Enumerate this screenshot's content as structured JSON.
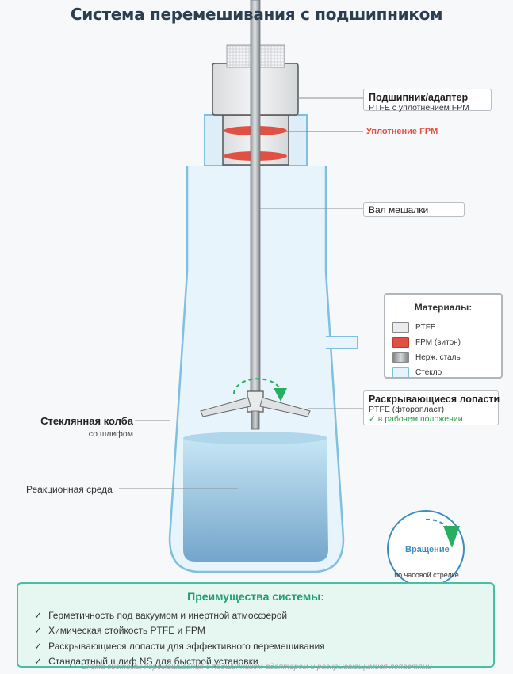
{
  "title": "Система перемешивания с подшипником",
  "labels": {
    "bearing": {
      "main": "Подшипник/адаптер",
      "sub": "PTFE с уплотнением FPM"
    },
    "seal": "Уплотнение FPM",
    "shaft": "Вал мешалки",
    "blades": {
      "main": "Раскрывающиеся лопасти",
      "sub": "PTFE (фторопласт)",
      "status": "✓ в рабочем положении"
    },
    "flask": {
      "main": "Стеклянная колба",
      "sub": "со шлифом"
    },
    "medium": "Реакционная среда"
  },
  "legend": {
    "title": "Материалы:",
    "items": [
      {
        "label": "PTFE",
        "color": "#e9ebec"
      },
      {
        "label": "FPM (витон)",
        "color": "#e05143"
      },
      {
        "label": "Нерж. сталь",
        "color": "#9ea4a9"
      },
      {
        "label": "Стекло",
        "color": "#e5f4fb"
      }
    ]
  },
  "rotation": {
    "label": "Вращение",
    "sub": "по часовой стрелке"
  },
  "advantages": {
    "title": "Преимущества системы:",
    "check": "✓",
    "items": [
      "Герметичность под вакуумом и инертной атмосферой",
      "Химическая стойкость PTFE и FPM",
      "Раскрывающиеся лопасти для эффективного перемешивания",
      "Стандартный шлиф NS для быстрой установки"
    ]
  },
  "caption": "Схема системы перемешивания с подшипником-адаптером и раскрывающимися лопастями",
  "colors": {
    "glass_stroke": "#7fbfe0",
    "glass_fill": "#e8f4fb",
    "liquid_top": "#bfe2f2",
    "liquid_bottom": "#75a6cb",
    "seal": "#e05143",
    "ptfe": "#e9ebec",
    "steel": "#9ea4a9",
    "accent_green": "#27ae60",
    "rotation_blue": "#3b8fbe"
  }
}
